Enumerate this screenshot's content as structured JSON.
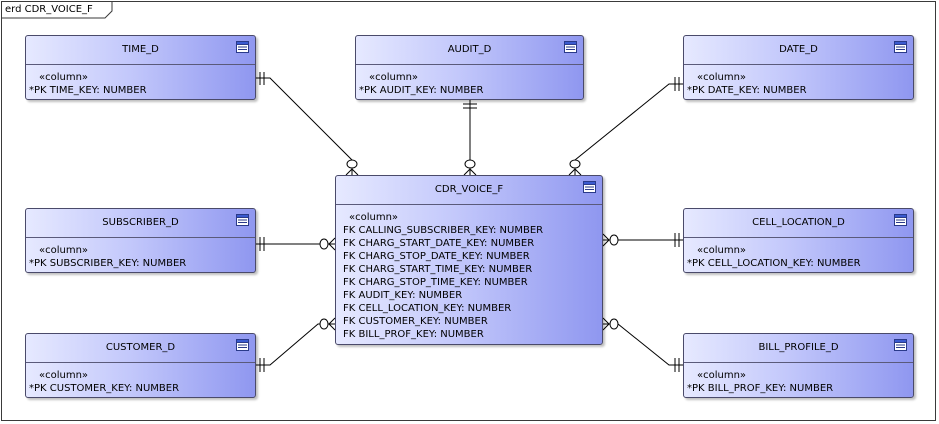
{
  "diagram": {
    "label": "erd CDR_VOICE_F"
  },
  "entities": {
    "time_d": {
      "title": "TIME_D",
      "stereotype": "«column»",
      "attr": "*PK  TIME_KEY: NUMBER"
    },
    "audit_d": {
      "title": "AUDIT_D",
      "stereotype": "«column»",
      "attr": "*PK  AUDIT_KEY: NUMBER"
    },
    "date_d": {
      "title": "DATE_D",
      "stereotype": "«column»",
      "attr": "*PK  DATE_KEY: NUMBER"
    },
    "subscriber_d": {
      "title": "SUBSCRIBER_D",
      "stereotype": "«column»",
      "attr": "*PK  SUBSCRIBER_KEY: NUMBER"
    },
    "customer_d": {
      "title": "CUSTOMER_D",
      "stereotype": "«column»",
      "attr": "*PK  CUSTOMER_KEY: NUMBER"
    },
    "cell_location_d": {
      "title": "CELL_LOCATION_D",
      "stereotype": "«column»",
      "attr": "*PK  CELL_LOCATION_KEY: NUMBER"
    },
    "bill_profile_d": {
      "title": "BILL_PROFILE_D",
      "stereotype": "«column»",
      "attr": "*PK  BILL_PROF_KEY: NUMBER"
    },
    "cdr_voice_f": {
      "title": "CDR_VOICE_F",
      "stereotype": "«column»",
      "attrs": [
        "FK  CALLING_SUBSCRIBER_KEY: NUMBER",
        "FK  CHARG_START_DATE_KEY: NUMBER",
        "FK  CHARG_STOP_DATE_KEY: NUMBER",
        "FK  CHARG_START_TIME_KEY: NUMBER",
        "FK  CHARG_STOP_TIME_KEY: NUMBER",
        "FK  AUDIT_KEY: NUMBER",
        "FK  CELL_LOCATION_KEY: NUMBER",
        "FK  CUSTOMER_KEY: NUMBER",
        "FK  BILL_PROF_KEY: NUMBER"
      ]
    }
  }
}
